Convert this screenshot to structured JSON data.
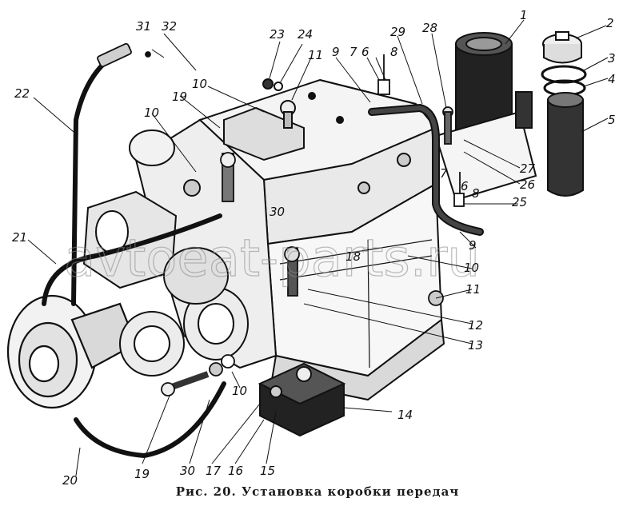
{
  "caption": "Рис. 20. Установка коробки передач",
  "watermark": "avtoeat-parts.ru",
  "callouts": [
    {
      "id": "c1",
      "text": "1"
    },
    {
      "id": "c2",
      "text": "2"
    },
    {
      "id": "c3",
      "text": "3"
    },
    {
      "id": "c4",
      "text": "4"
    },
    {
      "id": "c5",
      "text": "5"
    },
    {
      "id": "c6a",
      "text": "6"
    },
    {
      "id": "c6b",
      "text": "6"
    },
    {
      "id": "c7a",
      "text": "7"
    },
    {
      "id": "c7b",
      "text": "7"
    },
    {
      "id": "c8a",
      "text": "8"
    },
    {
      "id": "c8b",
      "text": "8"
    },
    {
      "id": "c9a",
      "text": "9"
    },
    {
      "id": "c9b",
      "text": "9"
    },
    {
      "id": "c10a",
      "text": "10"
    },
    {
      "id": "c10b",
      "text": "10"
    },
    {
      "id": "c10c",
      "text": "10"
    },
    {
      "id": "c10d",
      "text": "10"
    },
    {
      "id": "c11a",
      "text": "11"
    },
    {
      "id": "c11b",
      "text": "11"
    },
    {
      "id": "c12",
      "text": "12"
    },
    {
      "id": "c13",
      "text": "13"
    },
    {
      "id": "c14",
      "text": "14"
    },
    {
      "id": "c15",
      "text": "15"
    },
    {
      "id": "c16",
      "text": "16"
    },
    {
      "id": "c17",
      "text": "17"
    },
    {
      "id": "c18",
      "text": "18"
    },
    {
      "id": "c19a",
      "text": "19"
    },
    {
      "id": "c19b",
      "text": "19"
    },
    {
      "id": "c20",
      "text": "20"
    },
    {
      "id": "c21",
      "text": "21"
    },
    {
      "id": "c22",
      "text": "22"
    },
    {
      "id": "c23",
      "text": "23"
    },
    {
      "id": "c24",
      "text": "24"
    },
    {
      "id": "c25",
      "text": "25"
    },
    {
      "id": "c26",
      "text": "26"
    },
    {
      "id": "c27",
      "text": "27"
    },
    {
      "id": "c28",
      "text": "28"
    },
    {
      "id": "c29",
      "text": "29"
    },
    {
      "id": "c30a",
      "text": "30"
    },
    {
      "id": "c30b",
      "text": "30"
    },
    {
      "id": "c31",
      "text": "31"
    },
    {
      "id": "c32",
      "text": "32"
    }
  ]
}
